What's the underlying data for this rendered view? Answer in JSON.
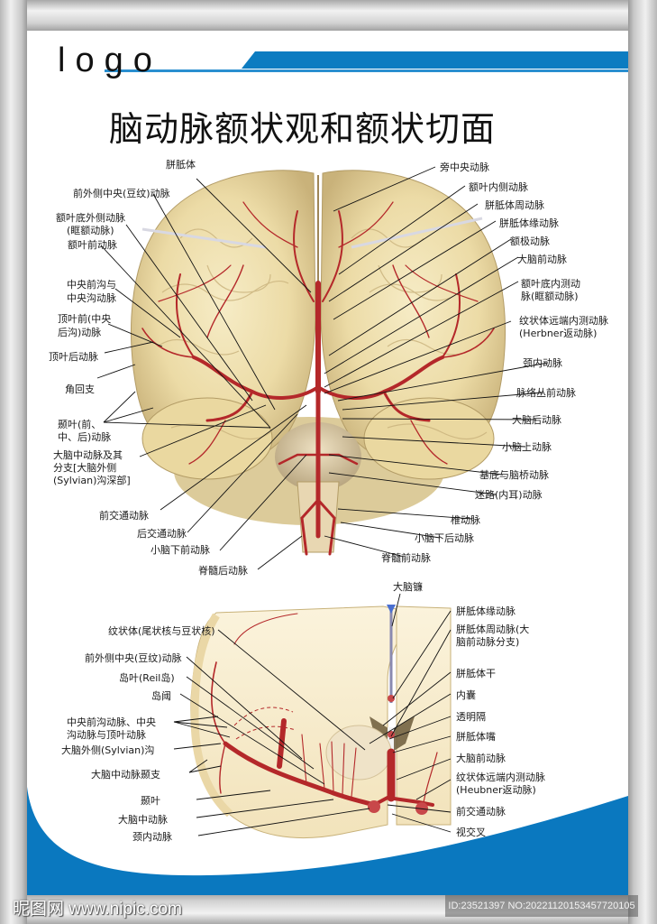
{
  "header": {
    "logo_text": "logo",
    "title": "脑动脉额状观和额状切面",
    "accent_color": "#0c7cc1"
  },
  "upper_figure": {
    "name": "frontal-view-brain-arteries",
    "labels_left": [
      "前外侧中央(豆纹)动脉",
      "额叶底外侧动脉",
      "(眶额动脉)",
      "额叶前动脉",
      "中央前沟与",
      "中央沟动脉",
      "顶叶前(中央",
      "后沟)动脉",
      "顶叶后动脉",
      "角回支",
      "颞叶(前、",
      "中、后)动脉",
      "大脑中动脉及其",
      "分支[大脑外侧",
      "(Sylvian)沟深部]",
      "前交通动脉",
      "后交通动脉",
      "小脑下前动脉",
      "脊髓后动脉"
    ],
    "label_top": "胼胝体",
    "labels_right": [
      "旁中央动脉",
      "额叶内侧动脉",
      "胼胝体周动脉",
      "胼胝体缘动脉",
      "额极动脉",
      "大脑前动脉",
      "额叶底内测动",
      "脉(眶额动脉)",
      "纹状体远端内测动脉",
      "(Herbner返动脉)",
      "颈内动脉",
      "脉络丛前动脉",
      "大脑后动脉",
      "小脑上动脉",
      "基底与脑桥动脉",
      "迷路(内耳)动脉",
      "椎动脉",
      "小脑下后动脉",
      "脊髓前动脉"
    ]
  },
  "lower_figure": {
    "name": "coronal-section-brain-arteries",
    "label_top": "大脑镰",
    "labels_left": [
      "纹状体(尾状核与豆状核)",
      "前外侧中央(豆纹)动脉",
      "岛叶(Reil岛)",
      "岛阈",
      "中央前沟动脉、中央",
      "沟动脉与顶叶动脉",
      "大脑外侧(Sylvian)沟",
      "大脑中动脉颞支",
      "颞叶",
      "大脑中动脉",
      "颈内动脉"
    ],
    "labels_right": [
      "胼胝体缘动脉",
      "胼胝体周动脉(大",
      "脑前动脉分支)",
      "胼胝体干",
      "内囊",
      "透明隔",
      "胼胝体嘴",
      "大脑前动脉",
      "纹状体远端内测动脉",
      "(Heubner返动脉)",
      "前交通动脉",
      "视交叉"
    ]
  },
  "footer": {
    "watermark_site": "昵图网 www.nipic.com",
    "watermark_id": "ID:23521397 NO:20221120153457720105"
  }
}
